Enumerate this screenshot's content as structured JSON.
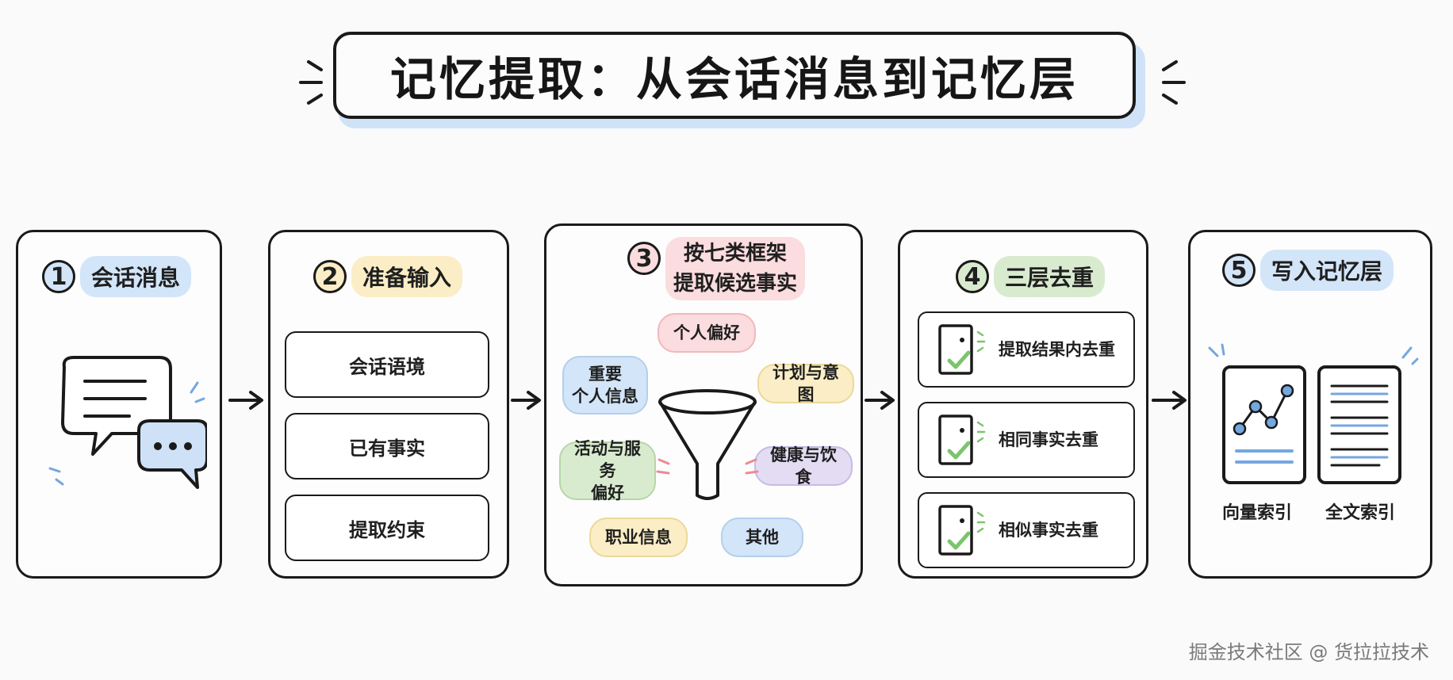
{
  "title": "记忆提取：从会话消息到记忆层",
  "steps": [
    {
      "number": "1",
      "label": "会话消息"
    },
    {
      "number": "2",
      "label": "准备输入",
      "items": [
        "会话语境",
        "已有事实",
        "提取约束"
      ]
    },
    {
      "number": "3",
      "label_line1": "按七类框架",
      "label_line2": "提取候选事实",
      "categories": [
        {
          "line1": "个人偏好",
          "line2": ""
        },
        {
          "line1": "重要",
          "line2": "个人信息"
        },
        {
          "line1": "计划与意图",
          "line2": ""
        },
        {
          "line1": "活动与服务",
          "line2": "偏好"
        },
        {
          "line1": "健康与饮食",
          "line2": ""
        },
        {
          "line1": "职业信息",
          "line2": ""
        },
        {
          "line1": "其他",
          "line2": ""
        }
      ]
    },
    {
      "number": "4",
      "label": "三层去重",
      "items": [
        "提取结果内去重",
        "相同事实去重",
        "相似事实去重"
      ]
    },
    {
      "number": "5",
      "label": "写入记忆层",
      "outputs": [
        "向量索引",
        "全文索引"
      ]
    }
  ],
  "watermark": "掘金技术社区 @ 货拉拉技术",
  "colors": {
    "blue": "#d3e5f8",
    "yellow": "#fbeec6",
    "pink": "#fbdcdf",
    "green": "#d9ebcf",
    "purple": "#e3dcf3",
    "chart_blue": "#74a7e0",
    "check_green": "#7cc46d"
  }
}
